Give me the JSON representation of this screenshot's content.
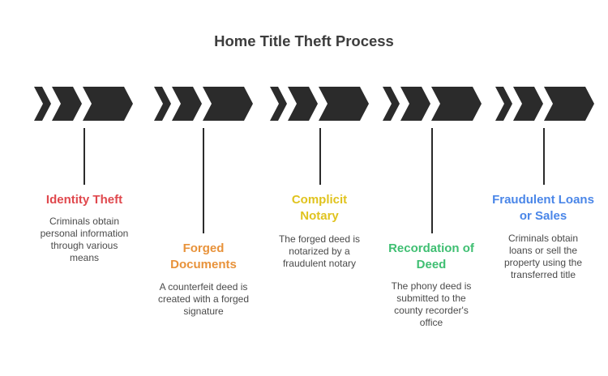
{
  "title": "Home Title Theft Process",
  "steps": [
    {
      "label": "Identity Theft",
      "description": "Criminals obtain personal information through various means",
      "color": "#e0484d"
    },
    {
      "label": "Forged Documents",
      "description": "A counterfeit deed is created with a forged signature",
      "color": "#e8923a"
    },
    {
      "label": "Complicit Notary",
      "description": "The forged deed is notarized by a fraudulent notary",
      "color": "#e0c31e"
    },
    {
      "label": "Recordation of Deed",
      "description": "The phony deed is submitted to the county recorder's office",
      "color": "#3fbf72"
    },
    {
      "label": "Fraudulent Loans or Sales",
      "description": "Criminals obtain loans or sell the property using the transferred title",
      "color": "#4a86e8"
    }
  ],
  "icons": {
    "step_marker": "chevron-arrow-icon"
  },
  "colors": {
    "chevron": "#2b2b2b",
    "title": "#3d3d3d"
  }
}
